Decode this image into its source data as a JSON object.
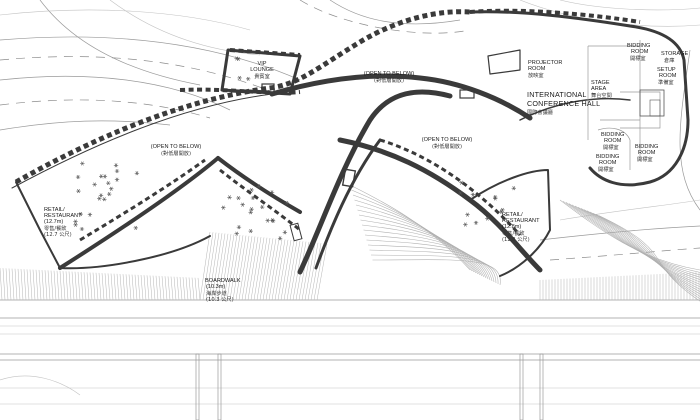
{
  "labels": {
    "vip_en_1": "VIP",
    "vip_en_2": "LOUNGE",
    "vip_cn": "貴賓室",
    "open_top_en": "(OPEN TO BELOW)",
    "open_top_cn": "(對低層開放)",
    "open_left_en": "(OPEN TO BELOW)",
    "open_left_cn": "(對低層開放)",
    "open_mid_en": "(OPEN TO BELOW)",
    "open_mid_cn": "(對低層開放)",
    "projector_en_1": "PROJECTOR",
    "projector_en_2": "ROOM",
    "projector_cn": "放映室",
    "hall_en_1": "INTERNATIONAL",
    "hall_en_2": "CONFERENCE HALL",
    "hall_cn": "國際會議廳",
    "stage_en_1": "STAGE",
    "stage_en_2": "AREA",
    "stage_cn": "舞台空間",
    "bidding_top_en_1": "BIDDING",
    "bidding_top_en_2": "ROOM",
    "bidding_top_cn": "開標室",
    "storage_en": "STORAGE",
    "storage_cn": "倉庫",
    "setup_en_1": "SETUP",
    "setup_en_2": "ROOM",
    "setup_cn": "準備室",
    "bidding_mid_en_1": "BIDDING",
    "bidding_mid_en_2": "ROOM",
    "bidding_mid_cn": "開標室",
    "bidding_low_en_1": "BIDDING",
    "bidding_low_en_2": "ROOM",
    "bidding_low_cn": "開標室",
    "bidding_right_en_1": "BIDDING",
    "bidding_right_en_2": "ROOM",
    "bidding_right_cn": "開標室",
    "retail_left_en_1": "RETAIL/",
    "retail_left_en_2": "RESTAURANT",
    "retail_left_en_3": "(12.7m)",
    "retail_left_cn_1": "零售/餐飲",
    "retail_left_cn_2": "(12.7 公尺)",
    "retail_right_en_1": "RETAIL/",
    "retail_right_en_2": "RESTAURANT",
    "retail_right_en_3": "(12.8m)",
    "retail_right_cn_1": "零售/餐飲",
    "retail_right_cn_2": "(12.8 公尺)",
    "boardwalk_en_1": "BOARDWALK",
    "boardwalk_en_2": "(10.3m)",
    "boardwalk_cn_1": "海岸步道",
    "boardwalk_cn_2": "(10.3 公尺)"
  },
  "colors": {
    "wall": "#3a3a3a",
    "line": "#9a9a9a",
    "background": "#ffffff"
  }
}
